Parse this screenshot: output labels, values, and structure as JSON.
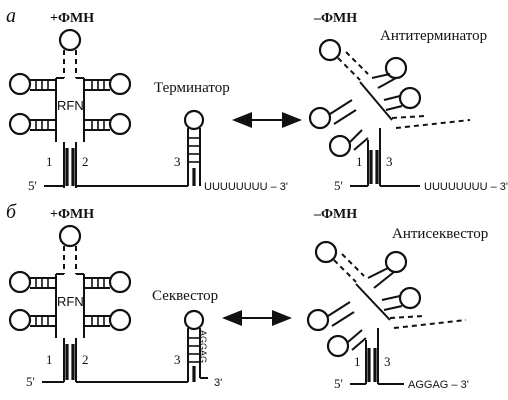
{
  "panels": [
    {
      "letter": "а",
      "left_state": "+ФМН",
      "right_state": "–ФМН",
      "element_label": "Терминатор",
      "right_label": "Антитерминатор",
      "ligand": "RFN",
      "stem1": "1",
      "stem2": "2",
      "stem3": "3",
      "five_prime": "5'",
      "left_tail": "UUUUUUUU – 3'",
      "right_five_prime": "5'",
      "right_stem1": "1",
      "right_stem3": "3",
      "right_tail": "UUUUUUUU – 3'"
    },
    {
      "letter": "б",
      "left_state": "+ФМН",
      "right_state": "–ФМН",
      "element_label": "Секвестор",
      "right_label": "Антисеквестор",
      "ligand": "RFN",
      "stem1": "1",
      "stem2": "2",
      "stem3": "3",
      "five_prime": "5'",
      "hairpin_sequence": "AGGAG",
      "left_tail": "3'",
      "right_five_prime": "5'",
      "right_stem1": "1",
      "right_stem3": "3",
      "right_tail": "AGGAG – 3'"
    }
  ],
  "connector": "double-headed-arrow"
}
